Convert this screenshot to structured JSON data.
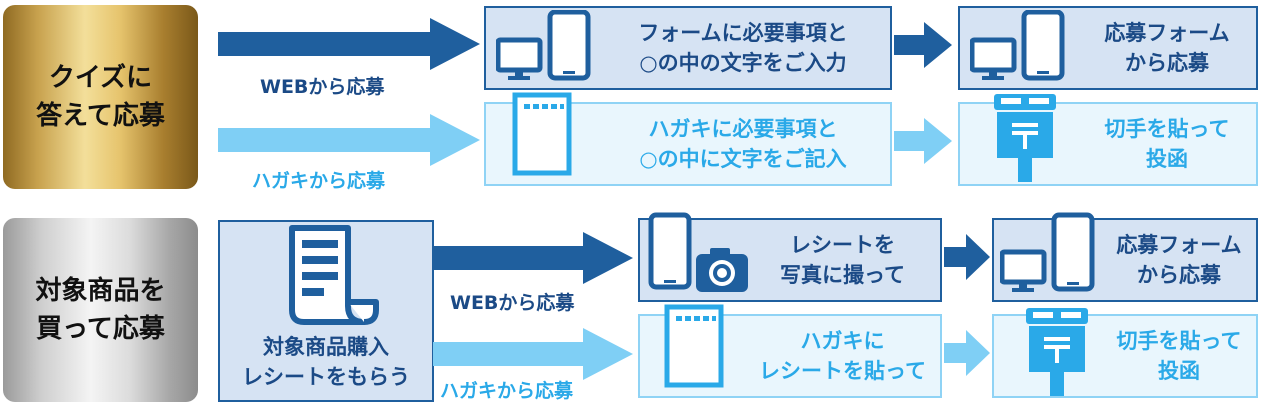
{
  "quiz": {
    "badge": "クイズに\n答えて応募",
    "web_label": "WEBから応募",
    "postcard_label": "ハガキから応募",
    "web_step1": "フォームに必要事項と\n○の中の文字をご入力",
    "web_step2": "応募フォーム\nから応募",
    "postcard_step1": "ハガキに必要事項と\n○の中に文字をご記入",
    "postcard_step2": "切手を貼って\n投函"
  },
  "product": {
    "badge": "対象商品を\n買って応募",
    "receipt": "対象商品購入\nレシートをもらう",
    "web_label": "WEBから応募",
    "postcard_label": "ハガキから応募",
    "web_step1": "レシートを\n写真に撮って",
    "web_step2": "応募フォーム\nから応募",
    "postcard_step1": "ハガキに\nレシートを貼って",
    "postcard_step2": "切手を貼って\n投函"
  },
  "colors": {
    "dark_blue": "#1f5f9e",
    "light_blue": "#7fcff5",
    "dark_box_fill": "#d6e3f3",
    "light_box_fill": "#e9f6fd"
  },
  "icons": [
    "monitor-icon",
    "smartphone-icon",
    "postcard-icon",
    "mailbox-icon",
    "receipt-icon",
    "camera-icon",
    "arrow-icon"
  ]
}
